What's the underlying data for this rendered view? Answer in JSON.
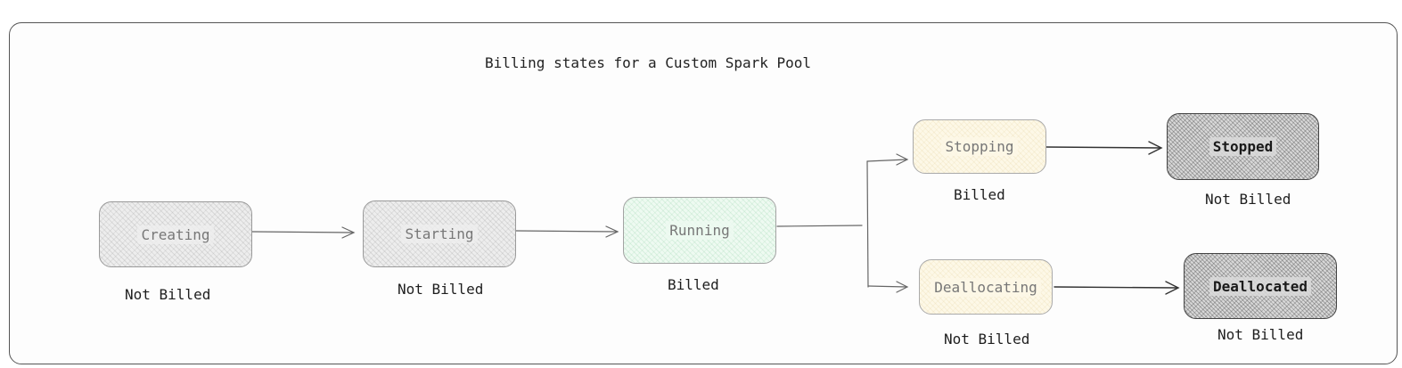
{
  "title": "Billing states for a Custom Spark Pool",
  "states": {
    "creating": {
      "name": "Creating",
      "billing": "Not Billed"
    },
    "starting": {
      "name": "Starting",
      "billing": "Not Billed"
    },
    "running": {
      "name": "Running",
      "billing": "Billed"
    },
    "stopping": {
      "name": "Stopping",
      "billing": "Billed"
    },
    "stopped": {
      "name": "Stopped",
      "billing": "Not Billed"
    },
    "deallocating": {
      "name": "Deallocating",
      "billing": "Not Billed"
    },
    "deallocated": {
      "name": "Deallocated",
      "billing": "Not Billed"
    }
  },
  "colors": {
    "grey": "#ededed",
    "green": "#eefaf1",
    "yellow": "#fdf8e7",
    "dark": "#d9d9d9",
    "stroke": "#555555"
  }
}
